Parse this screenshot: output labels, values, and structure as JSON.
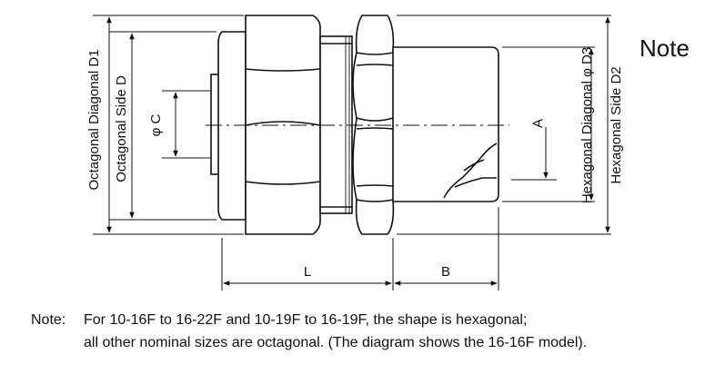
{
  "labels": {
    "octagonal_diagonal": "Octagonal Diagonal D1",
    "octagonal_side": "Octagonal Side D",
    "phi_c": "φ C",
    "a": "A",
    "hexagonal_diagonal": "Hexagonal Diagonal φ D3",
    "hexagonal_side": "Hexagonal Side D2",
    "l": "L",
    "b": "B"
  },
  "note_heading": "Note",
  "note": {
    "label": "Note:",
    "line1": "For 10-16F to 16-22F and 10-19F to 16-19F, the shape is hexagonal;",
    "line2": "all other nominal sizes are octagonal. (The diagram shows the 16-16F model)."
  }
}
